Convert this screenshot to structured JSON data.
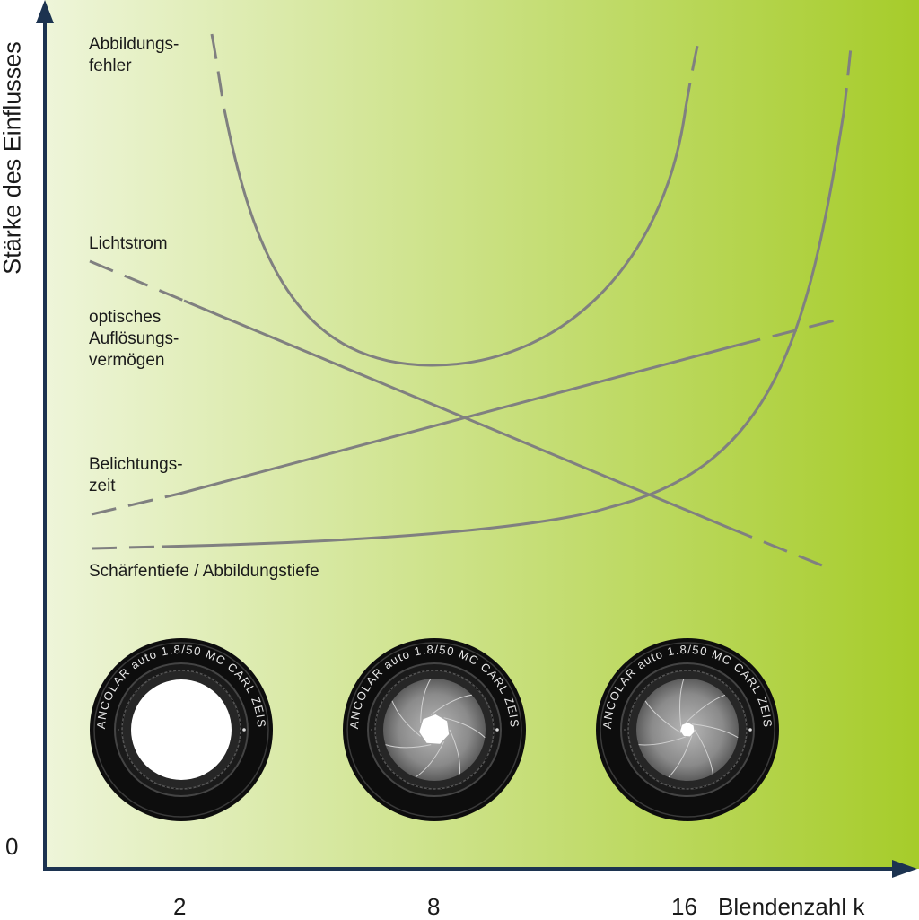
{
  "y_axis_title": "Stärke des Einflusses",
  "y_origin_label": "0",
  "x_axis_title": "Blendenzahl k",
  "x_ticks": [
    "2",
    "8",
    "16"
  ],
  "curve_labels": {
    "abbildungsfehler": "Abbildungs-\nfehler",
    "lichtstrom": "Lichtstrom",
    "aufloesung": "optisches\nAuflösungs-\nvermögen",
    "belichtungszeit": "Belichtungs-\nzeit",
    "schaerfentiefe": "Schärfentiefe / Abbildungstiefe"
  },
  "lens_ring_text": "PANCOLAR auto 1.8/50 MC CARL ZEISS",
  "lenses": [
    {
      "aperture": "open"
    },
    {
      "aperture": "medium"
    },
    {
      "aperture": "small"
    }
  ],
  "colors": {
    "background_start": "#eef5d9",
    "background_end": "#a6cc2a",
    "axis": "#1c3350",
    "curve": "#808080"
  }
}
